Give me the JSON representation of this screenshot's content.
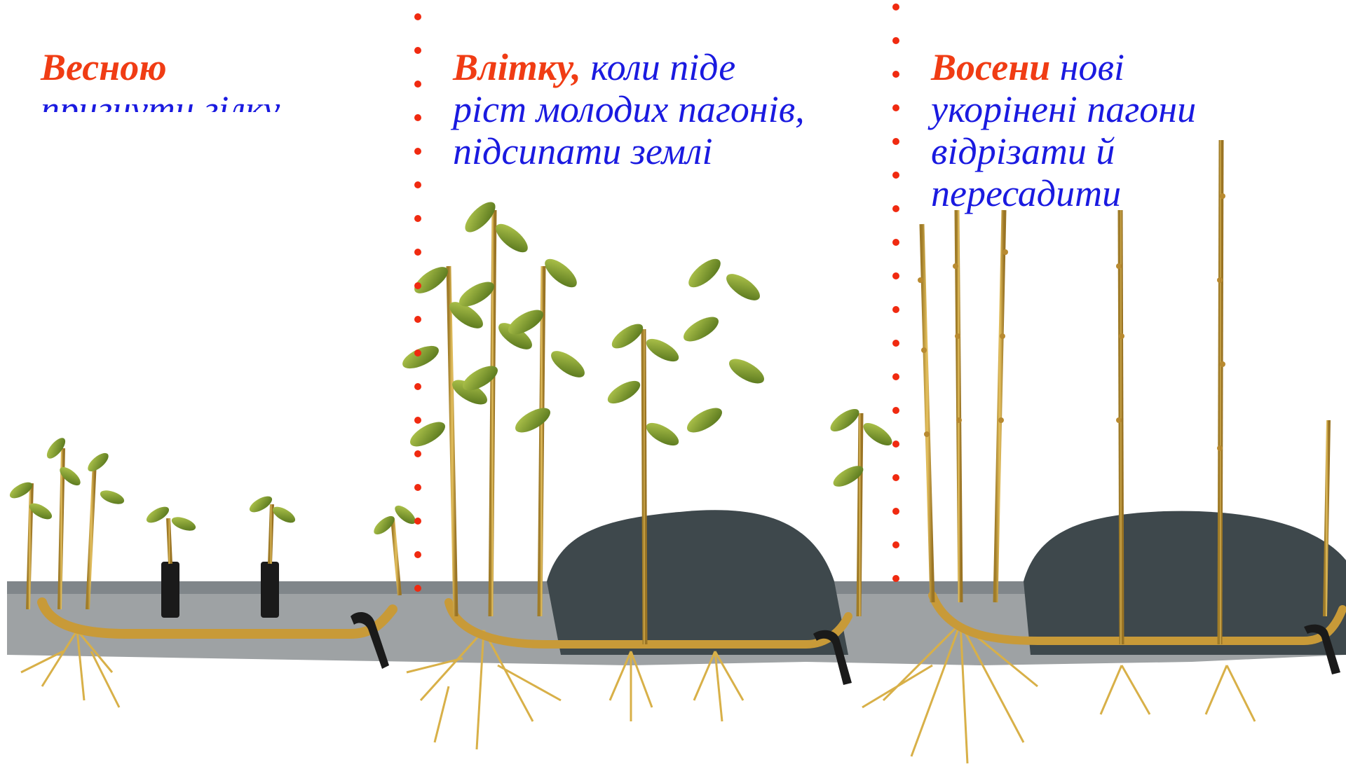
{
  "panels": [
    {
      "id": "spring",
      "lead": "Весною",
      "text": "пригнути гілку"
    },
    {
      "id": "summer",
      "lead": "Влітку,",
      "text_line1": " коли піде",
      "text_line2": "ріст молодих пагонів,",
      "text_line3": "підсипати землі"
    },
    {
      "id": "autumn",
      "lead": "Восени",
      "text_line1": " нові",
      "text_line2": "укорінені пагони",
      "text_line3": "відрізати й",
      "text_line4": "пересадити"
    }
  ],
  "colors": {
    "lead": "#f03c14",
    "text": "#1a1ae0",
    "divider": "#f02a10",
    "soil": "#9a9ea0",
    "mound": "#3a4448",
    "stem": "#c8a040",
    "leaf": "#8aa830",
    "root": "#d8b048"
  }
}
